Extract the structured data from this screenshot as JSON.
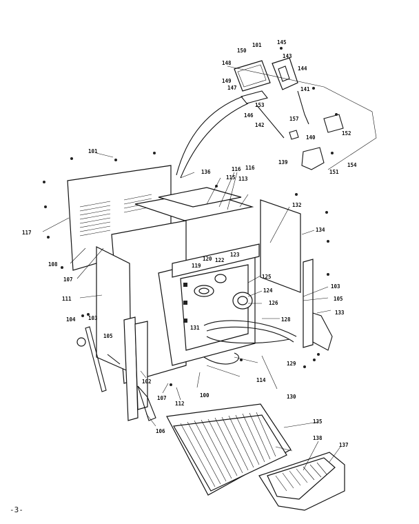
{
  "page_number": "-3-",
  "callouts": [
    {
      "id": "c101a",
      "text": "101"
    },
    {
      "id": "c145",
      "text": "145"
    },
    {
      "id": "c150",
      "text": "150"
    },
    {
      "id": "c143",
      "text": "143"
    },
    {
      "id": "c148",
      "text": "148"
    },
    {
      "id": "c144",
      "text": "144"
    },
    {
      "id": "c149",
      "text": "149"
    },
    {
      "id": "c147",
      "text": "147"
    },
    {
      "id": "c141",
      "text": "141"
    },
    {
      "id": "c153",
      "text": "153"
    },
    {
      "id": "c146",
      "text": "146"
    },
    {
      "id": "c157",
      "text": "157"
    },
    {
      "id": "c142",
      "text": "142"
    },
    {
      "id": "c152",
      "text": "152"
    },
    {
      "id": "c140",
      "text": "140"
    },
    {
      "id": "c139",
      "text": "139"
    },
    {
      "id": "c154",
      "text": "154"
    },
    {
      "id": "c151",
      "text": "151"
    },
    {
      "id": "c101b",
      "text": "101"
    },
    {
      "id": "c136",
      "text": "136"
    },
    {
      "id": "c116a",
      "text": "116"
    },
    {
      "id": "c116b",
      "text": "116"
    },
    {
      "id": "c115",
      "text": "115"
    },
    {
      "id": "c113",
      "text": "113"
    },
    {
      "id": "c132",
      "text": "132"
    },
    {
      "id": "c134",
      "text": "134"
    },
    {
      "id": "c117",
      "text": "117"
    },
    {
      "id": "c119",
      "text": "119"
    },
    {
      "id": "c120",
      "text": "120"
    },
    {
      "id": "c122",
      "text": "122"
    },
    {
      "id": "c123",
      "text": "123"
    },
    {
      "id": "c125",
      "text": "125"
    },
    {
      "id": "c124",
      "text": "124"
    },
    {
      "id": "c126",
      "text": "126"
    },
    {
      "id": "c108",
      "text": "108"
    },
    {
      "id": "c107a",
      "text": "107"
    },
    {
      "id": "c111",
      "text": "111"
    },
    {
      "id": "c103a",
      "text": "103"
    },
    {
      "id": "c105a",
      "text": "105"
    },
    {
      "id": "c133",
      "text": "133"
    },
    {
      "id": "c128",
      "text": "128"
    },
    {
      "id": "c131",
      "text": "131"
    },
    {
      "id": "c104",
      "text": "104"
    },
    {
      "id": "c103b",
      "text": "103"
    },
    {
      "id": "c105b",
      "text": "105"
    },
    {
      "id": "c129",
      "text": "129"
    },
    {
      "id": "c102",
      "text": "102"
    },
    {
      "id": "c114",
      "text": "114"
    },
    {
      "id": "c107b",
      "text": "107"
    },
    {
      "id": "c112",
      "text": "112"
    },
    {
      "id": "c100",
      "text": "100"
    },
    {
      "id": "c130",
      "text": "130"
    },
    {
      "id": "c135",
      "text": "135"
    },
    {
      "id": "c106",
      "text": "106"
    },
    {
      "id": "c138",
      "text": "138"
    },
    {
      "id": "c137",
      "text": "137"
    }
  ]
}
